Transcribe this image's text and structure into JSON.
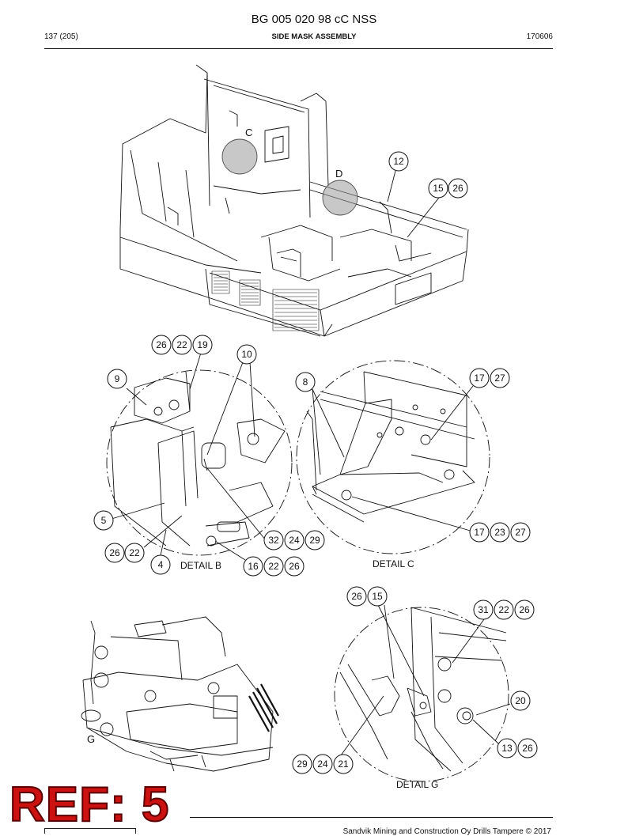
{
  "header": {
    "doc_title": "BG 005 020 98 cC NSS",
    "page_number": "137 (205)",
    "section_title": "SIDE MASK ASSEMBLY",
    "doc_code": "170606"
  },
  "details": {
    "b": "DETAIL B",
    "c": "DETAIL C",
    "g": "DETAIL G"
  },
  "view_markers": {
    "c": "C",
    "d": "D",
    "g": "G"
  },
  "callouts": {
    "n12": "12",
    "n15": "15",
    "n26": "26",
    "n22": "22",
    "n19": "19",
    "n10": "10",
    "n9": "9",
    "n8": "8",
    "n17": "17",
    "n27": "27",
    "n5": "5",
    "n23": "23",
    "n32": "32",
    "n24": "24",
    "n29": "29",
    "n4": "4",
    "n16": "16",
    "n31": "31",
    "n20": "20",
    "n13": "13",
    "n21": "21"
  },
  "footer": {
    "copyright": "Sandvik Mining and Construction Oy Drills Tampere © 2017"
  },
  "ref_overlay": "REF: 5",
  "colors": {
    "ref_red": "#cc1111",
    "line": "#111111",
    "highlight": "#9a9a9a"
  }
}
